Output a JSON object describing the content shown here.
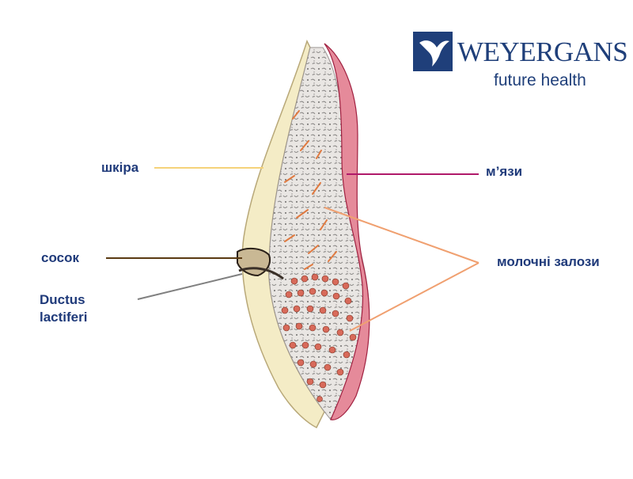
{
  "labels": {
    "skin": "шкіра",
    "muscles": "м’язи",
    "nipple": "сосок",
    "ducts_line1": "Ductus",
    "ducts_line2": "lactiferi",
    "glands": "молочні залози"
  },
  "logo": {
    "wordmark": "WEYERGANS",
    "tagline": "future health",
    "mark_icon": "bird-icon"
  },
  "colors": {
    "label_text": "#1f3a7a",
    "skin_line": "#f5d27a",
    "muscle_line": "#b0196a",
    "nipple_line": "#5a3a12",
    "duct_line": "#808080",
    "gland_line": "#f0a070",
    "brand": "#1f3f7a"
  }
}
